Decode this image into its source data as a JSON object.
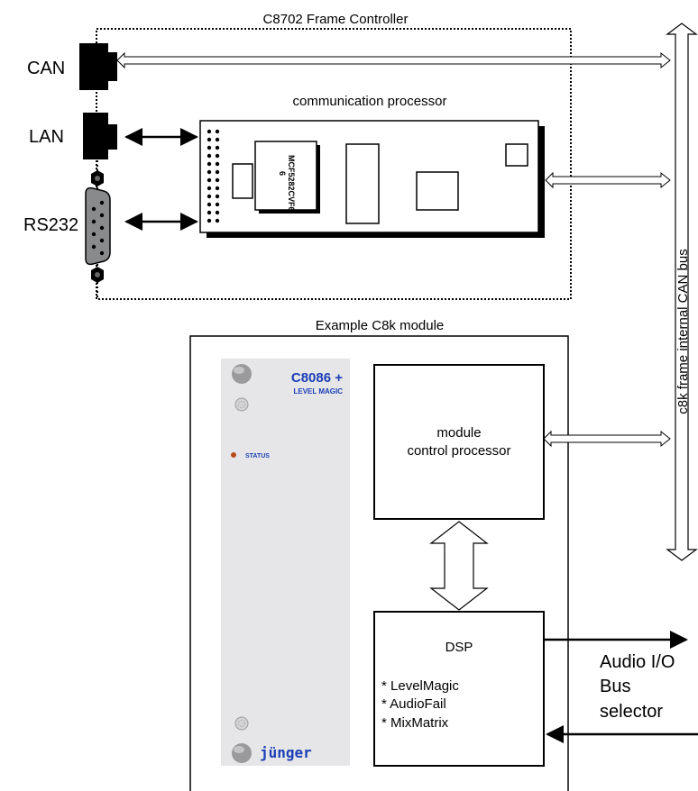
{
  "frame_controller": {
    "title": "C8702 Frame Controller",
    "port_labels": {
      "can": "CAN",
      "lan": "LAN",
      "rs232": "RS232"
    },
    "comm_processor_label": "communication processor",
    "chip_label_line1": "MCF5282CVF6",
    "chip_label_line2": "6"
  },
  "bus": {
    "label": "c8k frame internal CAN bus"
  },
  "module": {
    "title": "Example C8k module",
    "panel": {
      "model": "C8086 +",
      "subtitle": "LEVEL MAGIC",
      "status": "STATUS",
      "brand": "jünger"
    },
    "control_processor_line1": "module",
    "control_processor_line2": "control processor",
    "dsp": {
      "title": "DSP",
      "features": [
        "* LevelMagic",
        "* AudioFail",
        "* MixMatrix"
      ]
    }
  },
  "audio_io": {
    "line1": "Audio I/O",
    "line2": "Bus",
    "line3": "selector"
  },
  "colors": {
    "panel_bg": "#e6e6e8",
    "panel_blue": "#1a3fb5",
    "status_led": "#b84a1a",
    "connector_grey": "#888a8c"
  }
}
